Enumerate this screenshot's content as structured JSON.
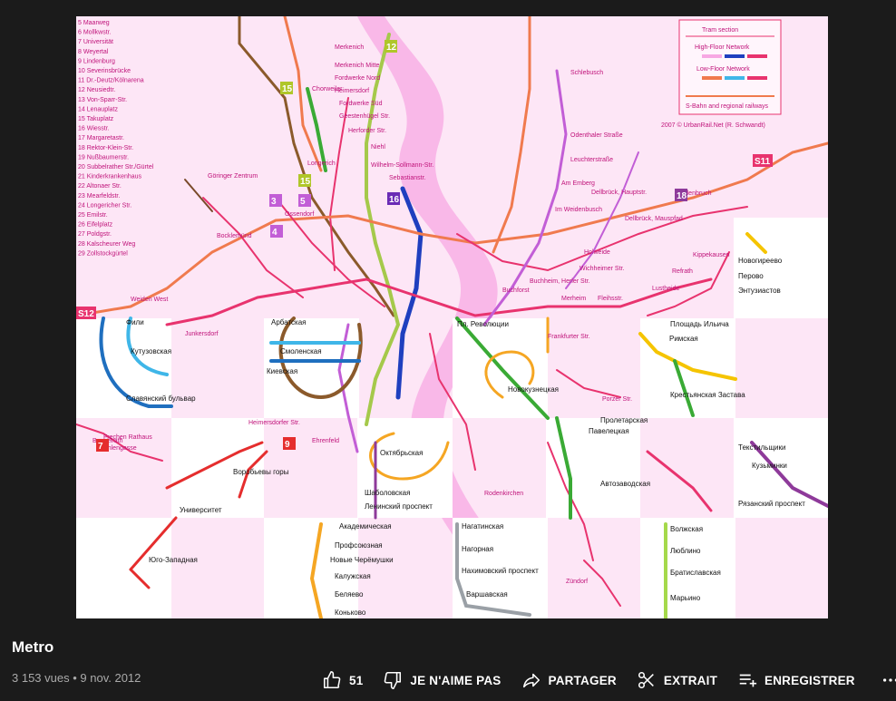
{
  "video": {
    "title": "Metro",
    "views": "3 153 vues",
    "date": "9 nov. 2012"
  },
  "actions": {
    "like_count": "51",
    "dislike_label": "JE N'AIME PAS",
    "share_label": "PARTAGER",
    "clip_label": "EXTRAIT",
    "save_label": "ENREGISTRER"
  },
  "map": {
    "legend": {
      "tram_section": "Tram section",
      "high_floor": "High-Floor Network",
      "low_floor": "Low-Floor Network",
      "sbahn": "S-Bahn and regional railways",
      "copyright": "2007 © UrbanRail.Net (R. Schwandt)"
    },
    "station_list": [
      "5 Maarweg",
      "6 Mollkwstr.",
      "7 Universität",
      "8 Weyertal",
      "9 Lindenburg",
      "10 Severinsbrücke",
      "11 Dr.-Deutz/Kölnarena",
      "12 Neusiedtr.",
      "13 Von-Sparr-Str.",
      "14 Lenauplatz",
      "15 Takuplatz",
      "16 Wiesstr.",
      "17 Margaretastr.",
      "18 Rektor-Klein-Str.",
      "19 Nußbaumerstr.",
      "20 Subbelrather Str./Gürtel",
      "21 Kinderkrankenhaus",
      "22 Altonaer Str.",
      "23 Mearfeldstr.",
      "24 Longericher Str.",
      "25 Emilstr.",
      "26 Eifelplatz",
      "27 Poldgstr.",
      "28 Kalscheurer Weg",
      "29 Zollstockgürtel"
    ],
    "stations_cologne": [
      "Merkenich",
      "Merkenich Mitte",
      "Fordwerke Nord",
      "Heimersdorf",
      "Fordwerke Süd",
      "Geestenhügel Str.",
      "Herforder Str.",
      "Niehl",
      "Longerich",
      "Wilhelm-Sollmann-Str.",
      "Sebastianstr.",
      "Chorweiler",
      "Göringer Zentrum",
      "Ossendorf",
      "Bocklemünd",
      "Schlebusch",
      "Odenthaler Straße",
      "Leuchterstraße",
      "Am Emberg",
      "Im Weidenbusch",
      "Dellbrück, Hauptstr.",
      "Thielenbruch",
      "Dellbrück, Mauspfad",
      "Holweide",
      "Wichheimer Str.",
      "Buchheim, Herler Str.",
      "Buchforst",
      "Merheim",
      "Fleihsstr.",
      "Frankfurter Str.",
      "Kippekausen",
      "Refrath",
      "Lustheide",
      "Weiden West",
      "Junkersdorf",
      "Zündorf",
      "Benzelrath",
      "Frechen Rathaus",
      "Mühlengasse",
      "Heimersdorfer Str.",
      "Ehrenfeld",
      "Rodenkirchen",
      "Porzer Str."
    ],
    "stations_moscow": [
      "Фили",
      "Кутузовская",
      "Славянский бульвар",
      "Арбатская",
      "Смоленская",
      "Киевская",
      "Пл. Революции",
      "Площадь Ильича",
      "Римская",
      "Крестьянская Застава",
      "Новогиреево",
      "Перово",
      "Энтузиастов",
      "Новокузнецкая",
      "Павелецкая",
      "Октябрьская",
      "Шаболовская",
      "Ленинский проспект",
      "Воробьевы горы",
      "Университет",
      "Юго-Западная",
      "Пролетарская",
      "Автозаводская",
      "Рязанский проспект",
      "Текстильщики",
      "Кузьминки",
      "Нагатинская",
      "Нагорная",
      "Нахимовский проспект",
      "Варшавская",
      "Академическая",
      "Профсоюзная",
      "Новые Черёмушки",
      "Калужская",
      "Беляево",
      "Коньково",
      "Волжская",
      "Люблино",
      "Братиславская",
      "Марьино"
    ],
    "line_numbers": [
      "12",
      "15",
      "15",
      "16",
      "18",
      "3",
      "4",
      "5",
      "7",
      "9",
      "S11",
      "S12"
    ]
  },
  "colors": {
    "background": "#1b1b1b",
    "frame_pink": "#fde6f6",
    "river": "#f7a8e3",
    "tram_red": "#e8336e",
    "sbahn_orange": "#f07a4e",
    "moscow_green": "#3aaa35",
    "moscow_orange": "#f5a623",
    "moscow_purple": "#8e3a9a",
    "moscow_blue": "#1f6fbf"
  }
}
